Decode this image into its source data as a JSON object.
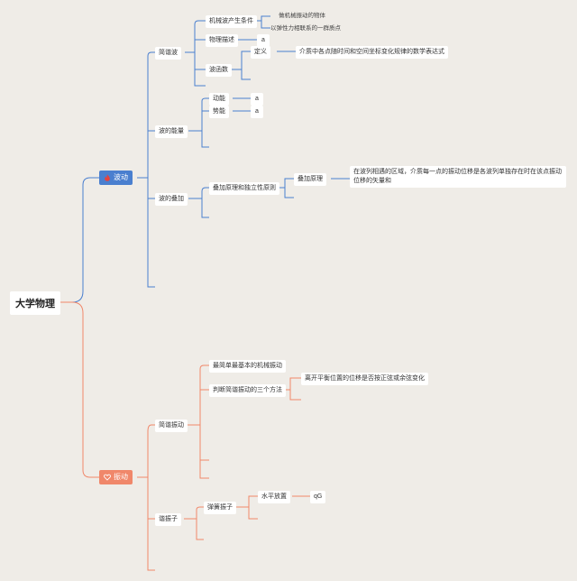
{
  "root": {
    "label": "大学物理"
  },
  "wave": {
    "label": "波动",
    "icon": "fire-icon",
    "color": "#4a7fcf",
    "simple": {
      "label": "简谐波",
      "condition": {
        "label": "机械波产生条件",
        "items": [
          "做机械振动的物体",
          "以弹性力相联系的一群质点"
        ]
      },
      "description": {
        "label": "物理描述",
        "value": "a"
      },
      "function": {
        "label": "波函数",
        "definition": {
          "label": "定义",
          "text": "介质中各点随时间和空间坐标变化规律的数学表达式"
        }
      }
    },
    "energy": {
      "label": "波的能量",
      "kinetic": {
        "label": "动能",
        "value": "a"
      },
      "potential": {
        "label": "势能",
        "value": "a"
      }
    },
    "superposition": {
      "label": "波的叠加",
      "principle": {
        "label": "叠加原理和独立性原则",
        "sub": {
          "label": "叠加原理",
          "text": "在波列相遇的区域，介质每一点的振动位移是各波列单独存在时在该点振动位移的矢量和"
        }
      }
    }
  },
  "vibration": {
    "label": "振动",
    "icon": "heart-icon",
    "color": "#f0876a",
    "harmonic": {
      "label": "简谐振动",
      "basic": {
        "label": "最简单最基本的机械振动"
      },
      "methods": {
        "label": "判断简谐振动的三个方法",
        "item": "离开平衡位置的位移是否按正弦或余弦变化"
      }
    },
    "oscillator": {
      "label": "谐振子",
      "spring": {
        "label": "弹簧振子",
        "horizontal": {
          "label": "水平放置",
          "value": "qG"
        }
      }
    }
  }
}
